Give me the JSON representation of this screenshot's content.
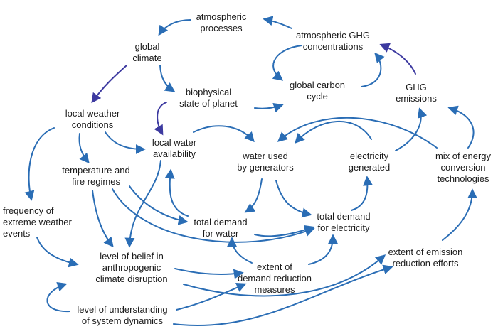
{
  "colors": {
    "arrow_blue": "#2a6db5",
    "arrow_purple": "#3d3aa0",
    "text": "#1a1a1a"
  },
  "nodes": {
    "atmospheric_processes": [
      "atmospheric",
      "processes"
    ],
    "global_climate": [
      "global",
      "climate"
    ],
    "atmospheric_ghg_concentrations": [
      "atmospheric GHG",
      "concentrations"
    ],
    "biophysical_state": [
      "biophysical",
      "state of planet"
    ],
    "global_carbon_cycle": [
      "global carbon",
      "cycle"
    ],
    "ghg_emissions": [
      "GHG",
      "emissions"
    ],
    "local_weather_conditions": [
      "local weather",
      "conditions"
    ],
    "local_water_availability": [
      "local water",
      "availability"
    ],
    "water_used_by_generators": [
      "water used",
      "by generators"
    ],
    "electricity_generated": [
      "electricity",
      "generated"
    ],
    "mix_of_energy": [
      "mix of energy",
      "conversion",
      "technologies"
    ],
    "temperature_fire": [
      "temperature and",
      "fire regimes"
    ],
    "frequency_extreme_weather": [
      "frequency of",
      "extreme weather",
      "events"
    ],
    "total_demand_water": [
      "total demand",
      "for water"
    ],
    "total_demand_electricity": [
      "total demand",
      "for electricity"
    ],
    "level_of_belief": [
      "level of belief in",
      "anthropogenic",
      "climate disruption"
    ],
    "extent_demand_reduction": [
      "extent of",
      "demand reduction",
      "measures"
    ],
    "extent_emission_reduction": [
      "extent of emission",
      "reduction efforts"
    ],
    "level_of_understanding": [
      "level of understanding",
      "of system dynamics"
    ]
  }
}
